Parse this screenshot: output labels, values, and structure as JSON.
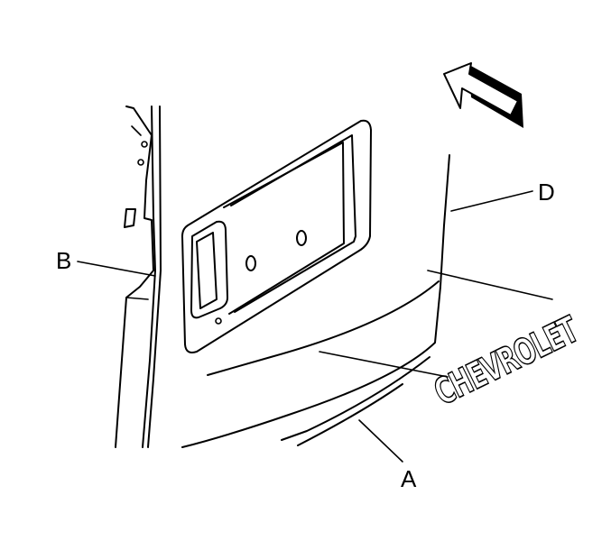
{
  "callouts": {
    "a": "A",
    "b": "B",
    "d": "D"
  },
  "emblem": {
    "text": "CHEVROLET"
  },
  "icons": {
    "direction": "front-arrow-icon"
  }
}
